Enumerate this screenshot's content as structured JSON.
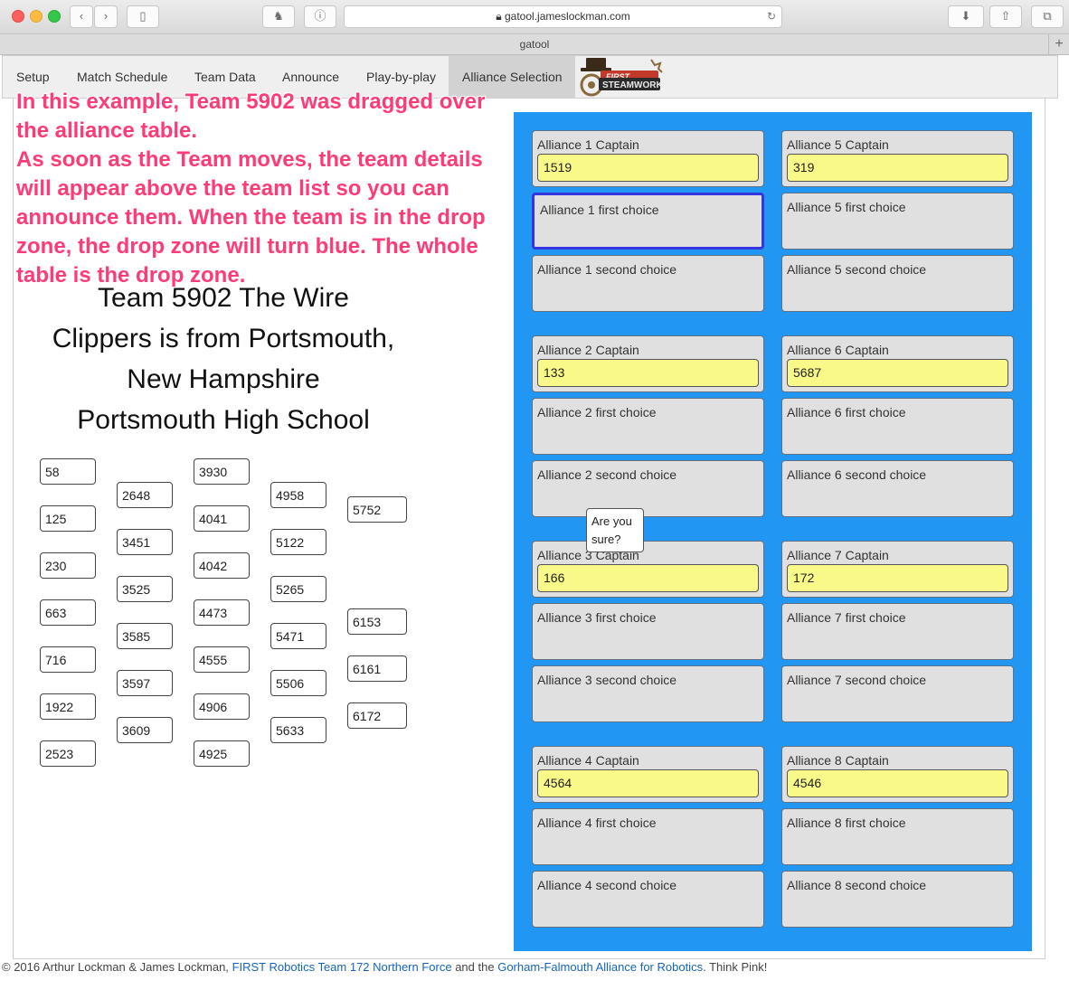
{
  "browser": {
    "url": "gatool.jameslockman.com",
    "tab_title": "gatool",
    "new_tab": "+"
  },
  "nav": {
    "items": [
      "Setup",
      "Match Schedule",
      "Team Data",
      "Announce",
      "Play-by-play",
      "Alliance Selection"
    ],
    "active": "Alliance Selection",
    "logo": {
      "first": "FIRST",
      "name": "STEAMWORKS"
    }
  },
  "annotation": {
    "line1": "In this example, Team 5902 was dragged over the alliance table.",
    "line2": "As soon as the Team moves, the team details will appear above the team list so you can announce them. When the team is in the drop zone, the drop zone will turn blue. The whole table is the drop zone."
  },
  "team_info": {
    "line1": "Team 5902 The Wire",
    "line2": "Clippers is from Portsmouth,",
    "line3": "New Hampshire",
    "line4": "Portsmouth High School"
  },
  "team_list": {
    "col1": [
      "58",
      "125",
      "230",
      "663",
      "716",
      "1922",
      "2523"
    ],
    "col2": [
      "2648",
      "3451",
      "3525",
      "3585",
      "3597",
      "3609"
    ],
    "col3": [
      "3930",
      "4041",
      "4042",
      "4473",
      "4555",
      "4906",
      "4925"
    ],
    "col4": [
      "4958",
      "5122",
      "5265",
      "5471",
      "5506",
      "5633"
    ],
    "col5": [
      "5752",
      "6153",
      "6161",
      "6172"
    ]
  },
  "alliances": [
    {
      "captain_label": "Alliance 1 Captain",
      "captain": "1519",
      "first": "Alliance 1 first choice",
      "second": "Alliance 1 second choice"
    },
    {
      "captain_label": "Alliance 2 Captain",
      "captain": "133",
      "first": "Alliance 2 first choice",
      "second": "Alliance 2 second choice"
    },
    {
      "captain_label": "Alliance 3 Captain",
      "captain": "166",
      "first": "Alliance 3 first choice",
      "second": "Alliance 3 second choice"
    },
    {
      "captain_label": "Alliance 4 Captain",
      "captain": "4564",
      "first": "Alliance 4 first choice",
      "second": "Alliance 4 second choice"
    },
    {
      "captain_label": "Alliance 5 Captain",
      "captain": "319",
      "first": "Alliance 5 first choice",
      "second": "Alliance 5 second choice"
    },
    {
      "captain_label": "Alliance 6 Captain",
      "captain": "5687",
      "first": "Alliance 6 first choice",
      "second": "Alliance 6 second choice"
    },
    {
      "captain_label": "Alliance 7 Captain",
      "captain": "172",
      "first": "Alliance 7 first choice",
      "second": "Alliance 7 second choice"
    },
    {
      "captain_label": "Alliance 8 Captain",
      "captain": "4546",
      "first": "Alliance 8 first choice",
      "second": "Alliance 8 second choice"
    }
  ],
  "tooltip": {
    "line1": "Are you",
    "line2": "sure?"
  },
  "footer": {
    "prefix": "© 2016 Arthur Lockman & James Lockman,",
    "link1": "FIRST Robotics Team 172 Northern Force",
    "mid": "and the",
    "link2": "Gorham-Falmouth Alliance for Robotics",
    "suffix": ". Think Pink!"
  },
  "colors": {
    "accent_blue": "#2196f3",
    "dropzone_border": "#3636e0",
    "captain_fill": "#f9f98a",
    "annotation": "#ff3b77"
  }
}
